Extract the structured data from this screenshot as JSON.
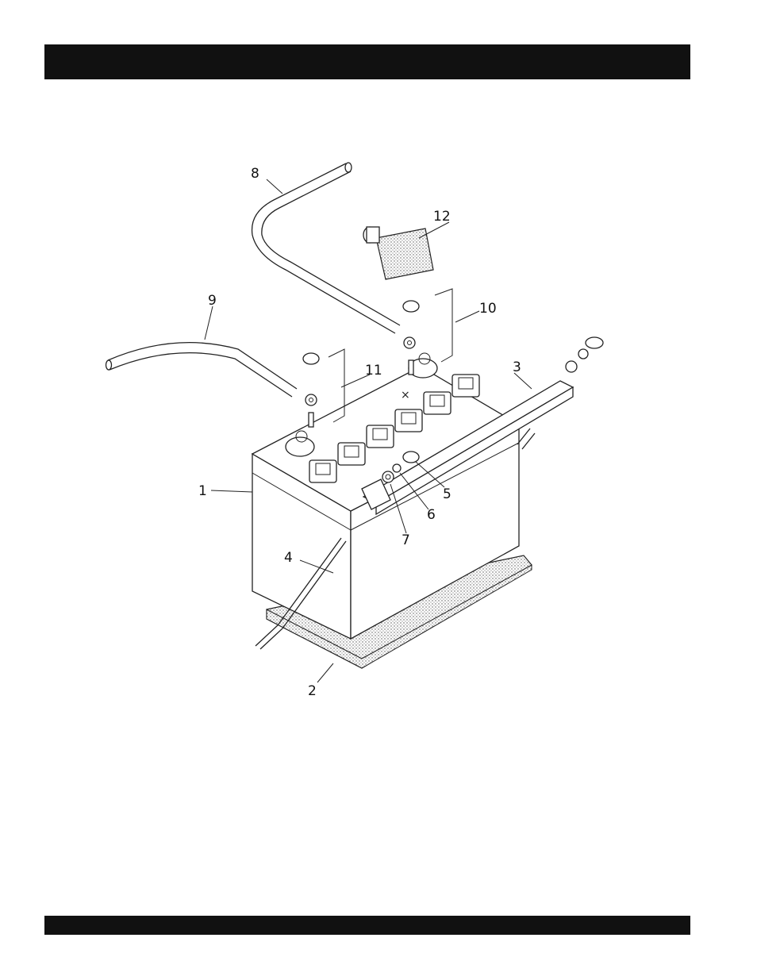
{
  "header": {
    "text": ""
  },
  "footer": {
    "text": ""
  },
  "diagram": {
    "callouts": [
      "1",
      "2",
      "3",
      "4",
      "5",
      "6",
      "7",
      "8",
      "9",
      "10",
      "11",
      "12"
    ]
  },
  "colors": {
    "bar": "#111111",
    "stipple": "#bdbdbd"
  }
}
